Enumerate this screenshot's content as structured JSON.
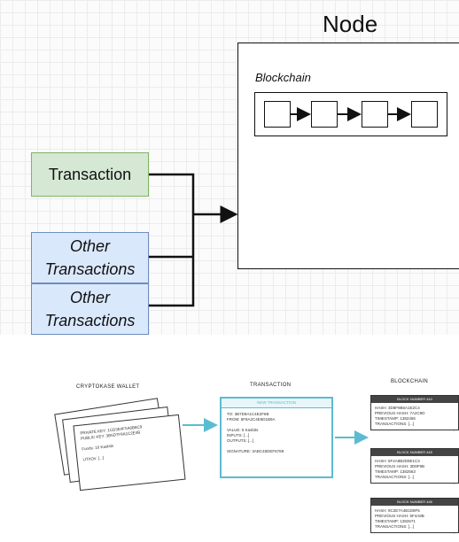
{
  "top_diagram": {
    "node_title": "Node",
    "blockchain_label": "Blockchain",
    "transaction_label": "Transaction",
    "other_transactions": [
      "Other\nTransactions",
      "Other\nTransactions"
    ]
  },
  "lower_diagram": {
    "wallet_title": "CRYPTOKASE WALLET",
    "transaction_title": "TRANSACTION",
    "blockchain_title": "BLOCKCHAIN",
    "wallet_lines": [
      "PRIVATE KEY: 1CD3E4F5A6B8C9",
      "PUBLIC KEY: 3B5D7F9A1C2E4B",
      "",
      "Funds: 10 Kasbits",
      "",
      "UTXOs: [...]"
    ],
    "tx_header": "NEW TRANSACTION",
    "tx_lines": [
      "TO: 3B7D9A1C4E2F6B",
      "FROM: 5F8A2C4E6D1B9A",
      "",
      "VALUE: 5 Kasbits",
      "INPUTS: [...]",
      "OUTPUTS: [...]",
      "",
      "SIGNATURE: 3ABC45DEF6789"
    ],
    "blocks": [
      {
        "header": "BLOCK NUMBER 444",
        "lines": [
          "HASH: 3D8F9B6A1E2C4",
          "PREVIOUS HASH: 7A2C9D",
          "TIMESTAMP: 1382456",
          "TRANSACTIONS: [...]"
        ]
      },
      {
        "header": "BLOCK NUMBER 445",
        "lines": [
          "HASH: 5F4A8B2D9E1C3",
          "PREVIOUS HASH: 3D8F9B",
          "TIMESTAMP: 1382563",
          "TRANSACTIONS: [...]"
        ]
      },
      {
        "header": "BLOCK NUMBER 446",
        "lines": [
          "HASH: 9C2E7A4B1D8F5",
          "PREVIOUS HASH: 5F4A8B",
          "TIMESTAMP: 1382671",
          "TRANSACTIONS: [...]"
        ]
      }
    ]
  },
  "colors": {
    "transaction_fill": "#d5e8d4",
    "other_fill": "#dae8fc",
    "tx_card_border": "#5bbcd1",
    "arrow_color": "#5bbcd1"
  }
}
